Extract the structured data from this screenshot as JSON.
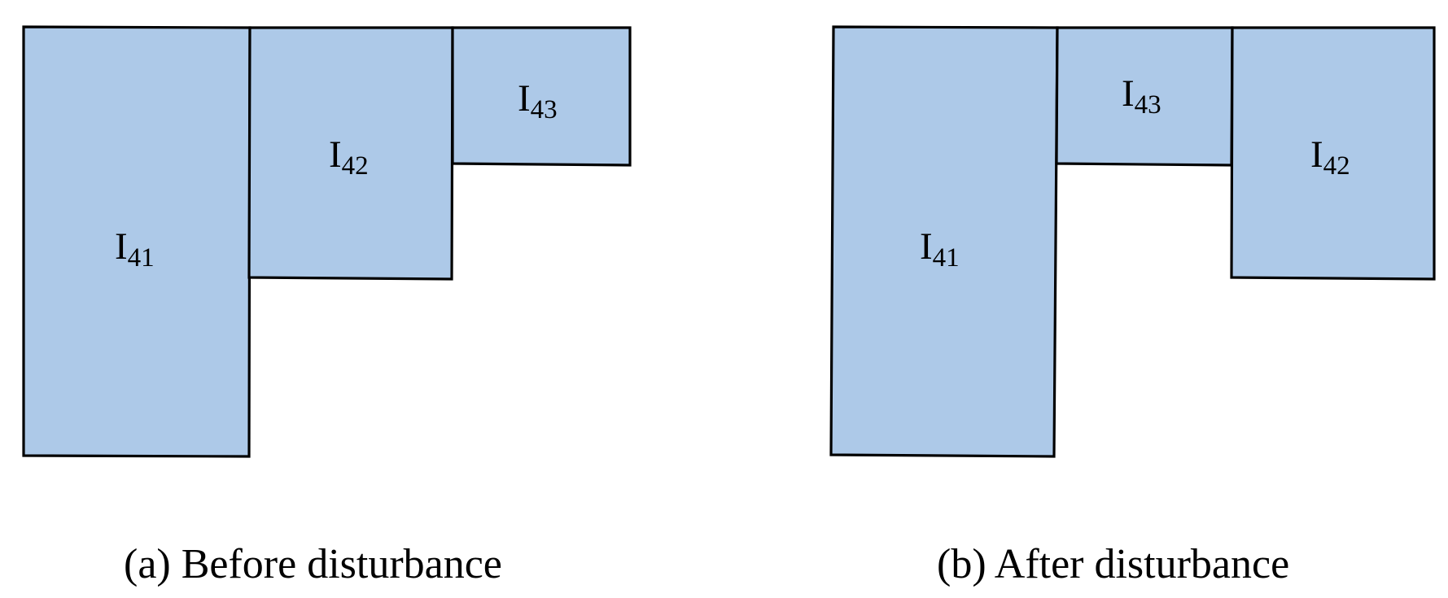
{
  "colors": {
    "block_fill": "#adc9e8",
    "block_stroke": "#000000",
    "background": "#ffffff"
  },
  "panels": [
    {
      "caption": "(a) Before disturbance",
      "blocks": [
        {
          "id": "I41",
          "letter": "I",
          "subscript": "41"
        },
        {
          "id": "I42",
          "letter": "I",
          "subscript": "42"
        },
        {
          "id": "I43",
          "letter": "I",
          "subscript": "43"
        }
      ]
    },
    {
      "caption": "(b) After disturbance",
      "blocks": [
        {
          "id": "I41",
          "letter": "I",
          "subscript": "41"
        },
        {
          "id": "I43",
          "letter": "I",
          "subscript": "43"
        },
        {
          "id": "I42",
          "letter": "I",
          "subscript": "42"
        }
      ]
    }
  ]
}
